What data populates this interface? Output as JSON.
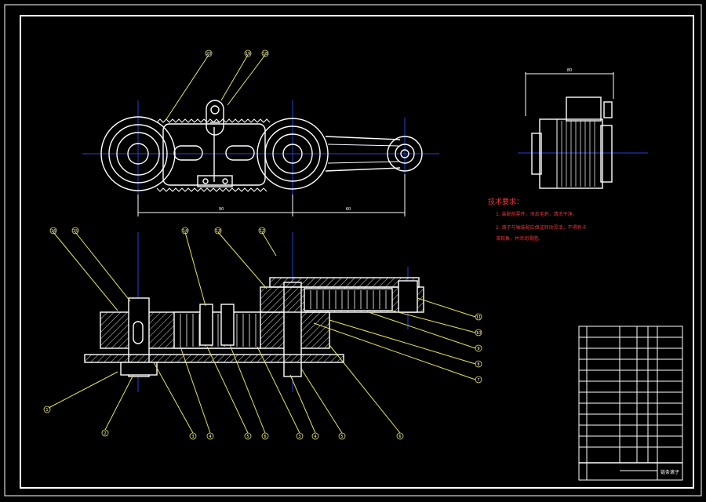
{
  "colors": {
    "background": "#000000",
    "border": "#ffffff",
    "outline": "#ffffff",
    "center_line": "#2a3fd6",
    "leader": "#e8e35a",
    "hatch": "#d8d8d8",
    "notes": "#e8383c",
    "table": "#ffffff"
  },
  "icons": [
    "balloon-callout-icon"
  ],
  "technical_requirements": {
    "title": "技术要求：",
    "lines": [
      "1. 装配前零件，须去毛刺，清洗干净。",
      "2. 滚子与轴装配应保证转动灵活，不得有卡",
      "   滞现象，并涂润滑脂。"
    ]
  },
  "callouts_top": [
    "20",
    "19",
    "18"
  ],
  "callouts_left": [
    "16",
    "15",
    "14",
    "13",
    "12"
  ],
  "callouts_right": [
    "11",
    "10",
    "9",
    "8",
    "7"
  ],
  "callouts_bottom": [
    "1",
    "2",
    "3",
    "4",
    "5",
    "6",
    "3",
    "4",
    "5",
    "6"
  ],
  "dimensions": {
    "side_width": "80",
    "span_left": "90",
    "span_right": "60"
  },
  "title_block": {
    "drawing_name": "链条滚子"
  }
}
